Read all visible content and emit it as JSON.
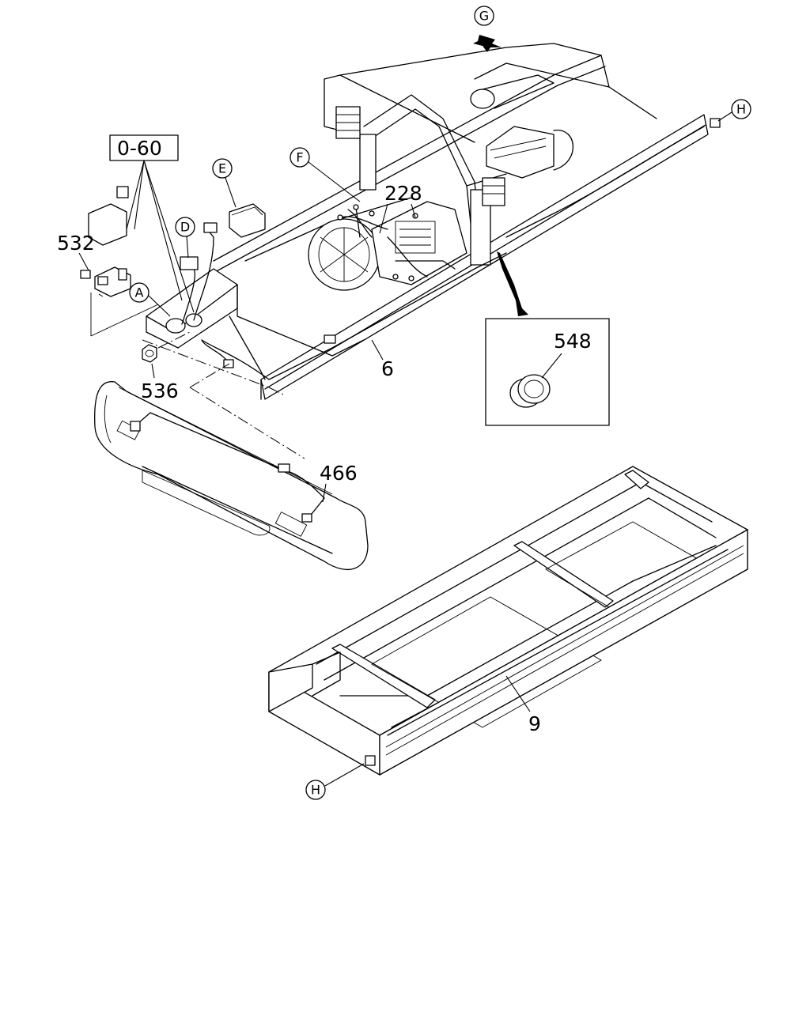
{
  "diagram": {
    "part_numbers": {
      "p532": "532",
      "p536": "536",
      "p228": "228",
      "p6": "6",
      "p548": "548",
      "p466": "466",
      "p9": "9"
    },
    "reference_box": "0-60",
    "view_markers": {
      "A": "A",
      "D": "D",
      "E": "E",
      "F": "F",
      "G": "G",
      "H_top": "H",
      "H_bottom": "H"
    }
  }
}
